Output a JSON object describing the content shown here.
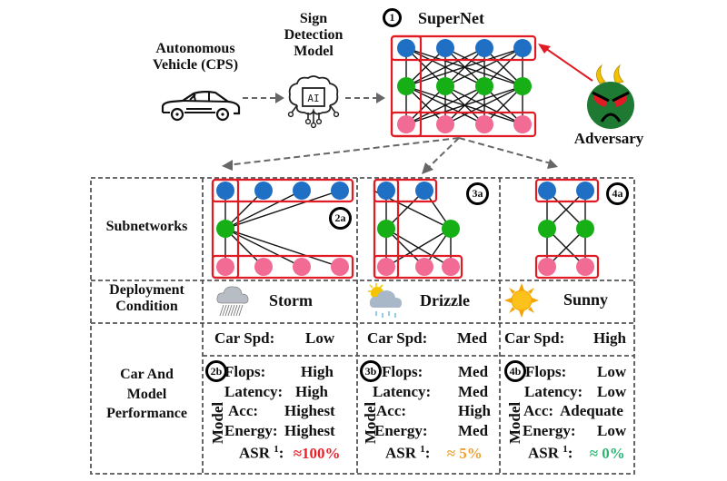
{
  "top": {
    "vehicle_label_line1": "Autonomous",
    "vehicle_label_line2": "Vehicle (CPS)",
    "model_label_line1": "Sign",
    "model_label_line2": "Detection",
    "model_label_line3": "Model",
    "ai_chip_text": "AI",
    "supernet_badge": "1",
    "supernet_label": "SuperNet",
    "adversary_label": "Adversary"
  },
  "table": {
    "row_headers": {
      "subnetworks": "Subnetworks",
      "deployment_line1": "Deployment",
      "deployment_line2": "Condition",
      "performance_line1": "Car And",
      "performance_line2": "Model",
      "performance_line3": "Performance"
    },
    "model_vertical_label": "Model",
    "columns": [
      {
        "subnet_badge": "2a",
        "condition": "Storm",
        "condition_icon": "storm-cloud-icon",
        "car_spd_label": "Car Spd:",
        "car_spd": "Low",
        "model_badge": "2b",
        "metrics": [
          {
            "label": "Flops:",
            "value": "High"
          },
          {
            "label": "Latency:",
            "value": "High"
          },
          {
            "label": "Acc:",
            "value": "Highest"
          },
          {
            "label": "Energy:",
            "value": "Highest"
          }
        ],
        "asr_label": "ASR",
        "asr_sup": "1",
        "asr_value": "≈100%",
        "asr_color": "#e8212a"
      },
      {
        "subnet_badge": "3a",
        "condition": "Drizzle",
        "condition_icon": "drizzle-cloud-sun-icon",
        "car_spd_label": "Car Spd:",
        "car_spd": "Med",
        "model_badge": "3b",
        "metrics": [
          {
            "label": "Flops:",
            "value": "Med"
          },
          {
            "label": "Latency:",
            "value": "Med"
          },
          {
            "label": "Acc:",
            "value": "High"
          },
          {
            "label": "Energy:",
            "value": "Med"
          }
        ],
        "asr_label": "ASR",
        "asr_sup": "1",
        "asr_value": "≈ 5%",
        "asr_color": "#f0a030"
      },
      {
        "subnet_badge": "4a",
        "condition": "Sunny",
        "condition_icon": "sun-icon",
        "car_spd_label": "Car Spd:",
        "car_spd": "High",
        "model_badge": "4b",
        "metrics": [
          {
            "label": "Flops:",
            "value": "Low"
          },
          {
            "label": "Latency:",
            "value": "Low"
          },
          {
            "label": "Acc:",
            "value": "Adequate"
          },
          {
            "label": "Energy:",
            "value": "Low"
          }
        ],
        "asr_label": "ASR",
        "asr_sup": "1",
        "asr_value": "≈ 0%",
        "asr_color": "#2bb673"
      }
    ]
  },
  "colors": {
    "blue_node": "#1f6fc4",
    "green_node": "#16b016",
    "pink_node": "#f26b95",
    "highlight_red": "#e01b24",
    "dash_gray": "#555555",
    "adversary_green": "#1e7a32",
    "horn_yellow": "#f2c200"
  }
}
